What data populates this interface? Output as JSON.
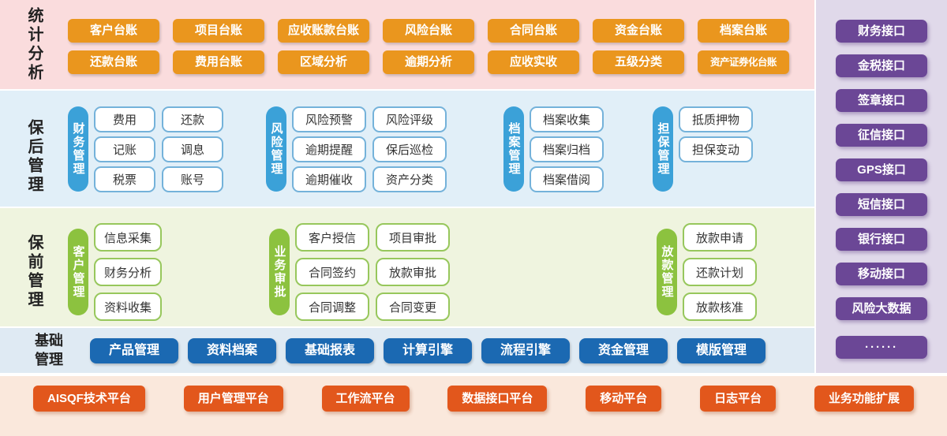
{
  "colors": {
    "pink": "#fadcdd",
    "lightblue": "#e1eff8",
    "lightgreen": "#eff4df",
    "baseblue": "#dfeaf3",
    "peach": "#fae8dc",
    "sidebg": "#e0d9ea",
    "orange": "#ea961e",
    "redorange": "#e2571c",
    "blue": "#3ba1d8",
    "bluebtn": "#1b69b2",
    "green": "#8cc23f",
    "purple": "#6b4796",
    "ink": "#222222"
  },
  "stats": {
    "label": "统计分析",
    "row1": [
      "客户台账",
      "项目台账",
      "应收账款台账",
      "风险台账",
      "合同台账",
      "资金台账",
      "档案台账"
    ],
    "row2": [
      "还款台账",
      "费用台账",
      "区域分析",
      "逾期分析",
      "应收实收",
      "五级分类",
      "资产证券化台账"
    ]
  },
  "post_loan": {
    "label": "保后管理",
    "groups": [
      {
        "name": "财务管理",
        "items": [
          "费用",
          "还款",
          "记账",
          "调息",
          "税票",
          "账号"
        ]
      },
      {
        "name": "风险管理",
        "items": [
          "风险预警",
          "风险评级",
          "逾期提醒",
          "保后巡检",
          "逾期催收",
          "资产分类"
        ]
      },
      {
        "name": "档案管理",
        "items": [
          "档案收集",
          "档案归档",
          "档案借阅"
        ]
      },
      {
        "name": "担保管理",
        "items": [
          "抵质押物",
          "担保变动"
        ]
      }
    ]
  },
  "pre_loan": {
    "label": "保前管理",
    "groups": [
      {
        "name": "客户管理",
        "items": [
          "信息采集",
          "财务分析",
          "资料收集"
        ]
      },
      {
        "name": "业务审批",
        "items": [
          "客户授信",
          "项目审批",
          "合同签约",
          "放款审批",
          "合同调整",
          "合同变更"
        ]
      },
      {
        "name": "放款管理",
        "items": [
          "放款申请",
          "还款计划",
          "放款核准"
        ]
      }
    ]
  },
  "base": {
    "label": "基础管理",
    "modules": [
      "产品管理",
      "资料档案",
      "基础报表",
      "计算引擎",
      "流程引擎",
      "资金管理",
      "模版管理"
    ]
  },
  "platforms": [
    "AISQF技术平台",
    "用户管理平台",
    "工作流平台",
    "数据接口平台",
    "移动平台",
    "日志平台",
    "业务功能扩展"
  ],
  "interfaces": [
    "财务接口",
    "金税接口",
    "签章接口",
    "征信接口",
    "GPS接口",
    "短信接口",
    "银行接口",
    "移动接口",
    "风险大数据",
    "······"
  ]
}
